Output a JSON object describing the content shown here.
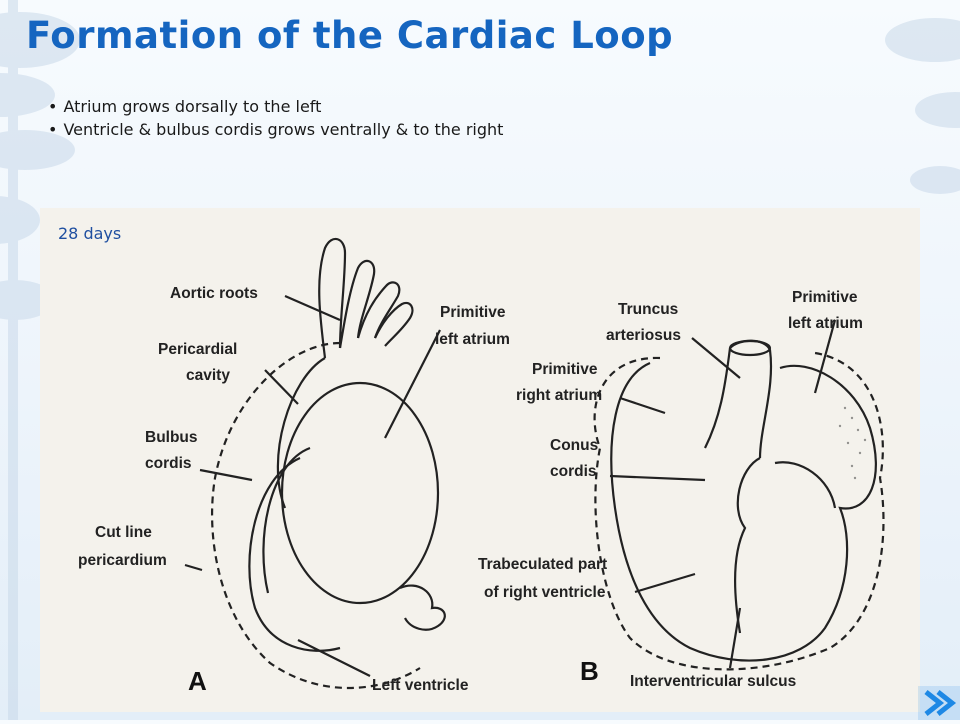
{
  "title": "Formation of the Cardiac Loop",
  "bullets": [
    "Atrium grows dorsally to the left",
    "Ventricle & bulbus cordis grows ventrally & to the right"
  ],
  "figure": {
    "age_label": "28 days",
    "panel_a": {
      "letter": "A",
      "labels": {
        "aortic_roots": "Aortic roots",
        "pericardial_1": "Pericardial",
        "pericardial_2": "cavity",
        "bulbus_1": "Bulbus",
        "bulbus_2": "cordis",
        "cutline_1": "Cut line",
        "cutline_2": "pericardium",
        "prim_left_atrium_1": "Primitive",
        "prim_left_atrium_2": "left atrium",
        "left_ventricle": "Left ventricle"
      }
    },
    "panel_b": {
      "letter": "B",
      "labels": {
        "truncus_1": "Truncus",
        "truncus_2": "arteriosus",
        "prim_left_atrium_1": "Primitive",
        "prim_left_atrium_2": "left atrium",
        "prim_right_atrium_1": "Primitive",
        "prim_right_atrium_2": "right atrium",
        "conus_1": "Conus",
        "conus_2": "cordis",
        "trab_1": "Trabeculated part",
        "trab_2": "of right ventricle",
        "interventricular_sulcus": "Interventricular sulcus"
      }
    }
  },
  "colors": {
    "title": "#1565c0",
    "age_label": "#1f4fa0",
    "nav_accent": "#1e88e5"
  },
  "icons": {
    "nav": "double-chevron-right-icon"
  }
}
